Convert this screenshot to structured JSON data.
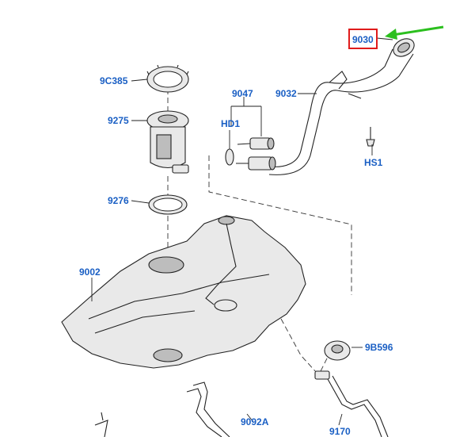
{
  "labels": {
    "p9030": "9030",
    "p9C385": "9C385",
    "p9275": "9275",
    "p9276": "9276",
    "p9047": "9047",
    "p9032": "9032",
    "pHD1": "HD1",
    "pHS1": "HS1",
    "p9002": "9002",
    "p9B596": "9B596",
    "p9092A": "9092A",
    "p9170": "9170"
  },
  "colors": {
    "label": "#1a5fc4",
    "highlight_box": "#e01b1b",
    "arrow": "#2bbf1e"
  },
  "highlighted_part": "9030"
}
